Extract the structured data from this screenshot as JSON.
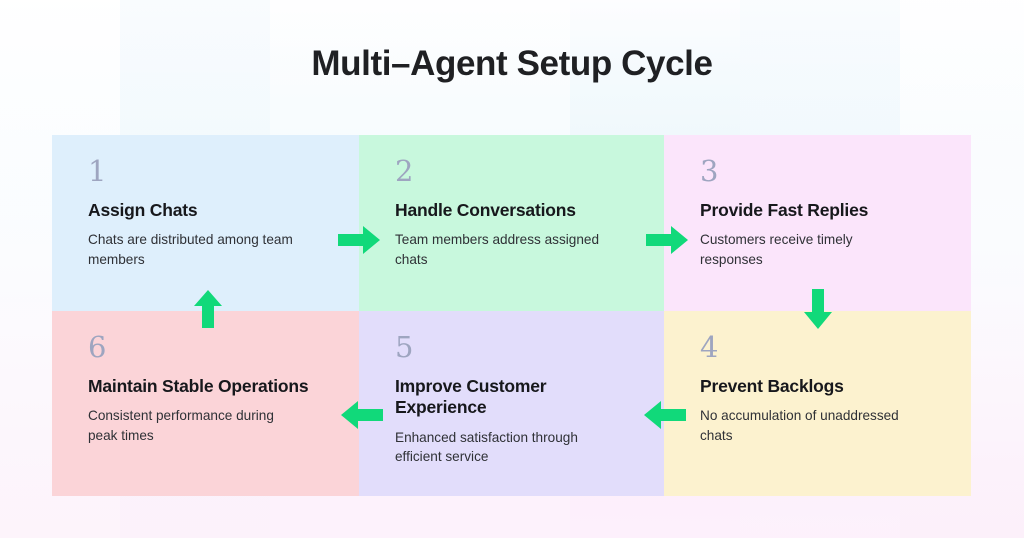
{
  "page": {
    "title": "Multi–Agent Setup Cycle",
    "accent_green": "#11d97a",
    "number_color": "#9ea5c0",
    "title_color": "#1f2023"
  },
  "cells": [
    {
      "number": "1",
      "title": "Assign Chats",
      "description": "Chats are distributed among team members",
      "background": "#deeffc"
    },
    {
      "number": "2",
      "title": "Handle Conversations",
      "description": "Team members address assigned chats",
      "background": "#c8f8dd"
    },
    {
      "number": "3",
      "title": "Provide Fast Replies",
      "description": "Customers receive timely responses",
      "background": "#fbe5fb"
    },
    {
      "number": "6",
      "title": "Maintain Stable Operations",
      "description": "Consistent performance during peak times",
      "background": "#fbd4d8"
    },
    {
      "number": "5",
      "title": "Improve Customer Experience",
      "description": "Enhanced satisfaction through efficient service",
      "background": "#e2ddfb"
    },
    {
      "number": "4",
      "title": "Prevent Backlogs",
      "description": "No accumulation of unaddressed chats",
      "background": "#fcf2cf"
    }
  ],
  "arrows": [
    {
      "name": "arrow-1-to-2",
      "direction": "right"
    },
    {
      "name": "arrow-2-to-3",
      "direction": "right"
    },
    {
      "name": "arrow-3-to-4",
      "direction": "down"
    },
    {
      "name": "arrow-4-to-5",
      "direction": "left"
    },
    {
      "name": "arrow-5-to-6",
      "direction": "left"
    },
    {
      "name": "arrow-6-to-1",
      "direction": "up"
    }
  ]
}
